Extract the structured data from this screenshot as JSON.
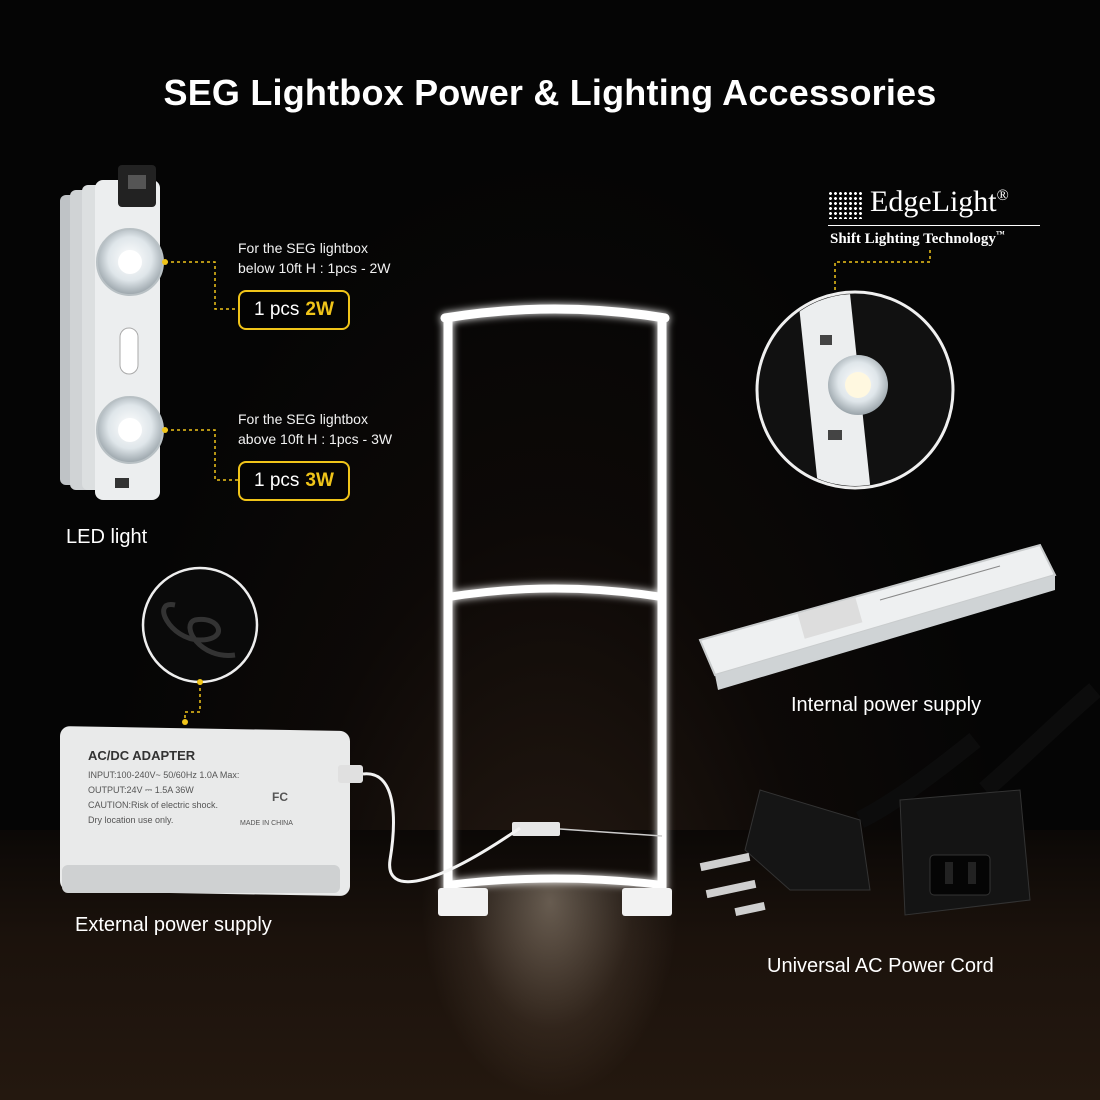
{
  "title": "SEG Lightbox Power & Lighting Accessories",
  "led": {
    "label": "LED light",
    "note_2w": [
      "For the SEG lightbox",
      "below 10ft H : 1pcs - 2W"
    ],
    "badge_2w_qty": "1 pcs",
    "badge_2w_watt": "2W",
    "note_3w": [
      "For the SEG lightbox",
      "above 10ft H : 1pcs - 3W"
    ],
    "badge_3w_qty": "1 pcs",
    "badge_3w_watt": "3W"
  },
  "brand": {
    "name": "EdgeLight",
    "mark": "®",
    "tagline": "Shift Lighting Technology",
    "tm": "™"
  },
  "internal_label": "Internal power supply",
  "external_label": "External power supply",
  "cord_label": "Universal AC Power Cord",
  "adapter": {
    "heading": "AC/DC ADAPTER",
    "input": "INPUT:100-240V~  50/60Hz  1.0A Max:",
    "output": "OUTPUT:24V  ⎓  1.5A 36W",
    "caution": "CAUTION:Risk of electric shock.",
    "dry": "Dry location use only.",
    "made": "MADE IN CHINA",
    "fc": "FC"
  },
  "colors": {
    "accent": "#f0c419",
    "background": "#050505",
    "text": "#ffffff"
  }
}
